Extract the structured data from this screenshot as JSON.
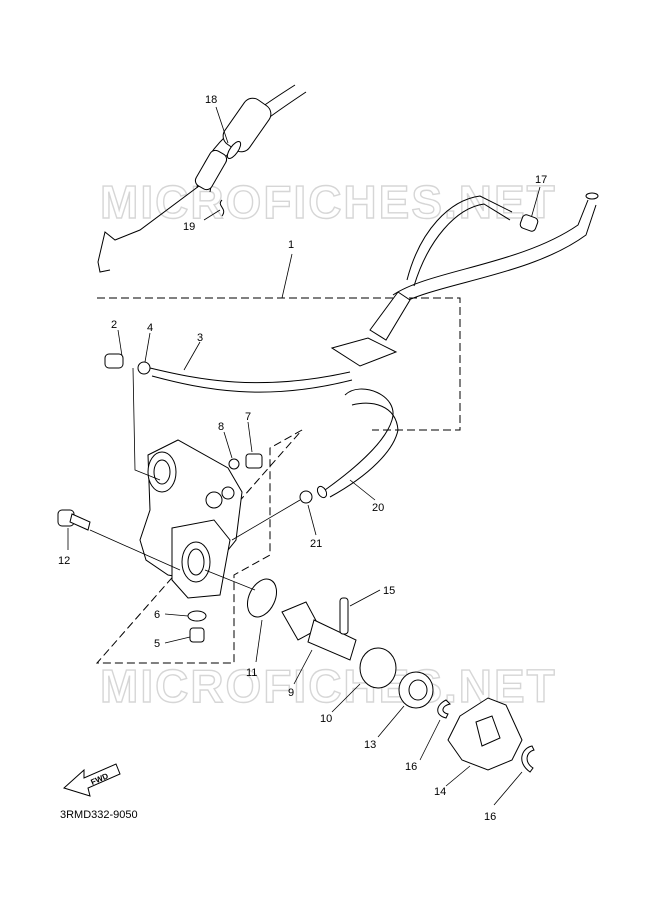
{
  "watermark": "MICROFICHES.NET",
  "diagram_ref": "3RMD332-9050",
  "fwd_label": "FWD",
  "callouts": [
    "1",
    "2",
    "3",
    "4",
    "5",
    "6",
    "7",
    "8",
    "9",
    "10",
    "11",
    "12",
    "13",
    "14",
    "15",
    "16",
    "16",
    "17",
    "18",
    "19",
    "20",
    "21"
  ]
}
